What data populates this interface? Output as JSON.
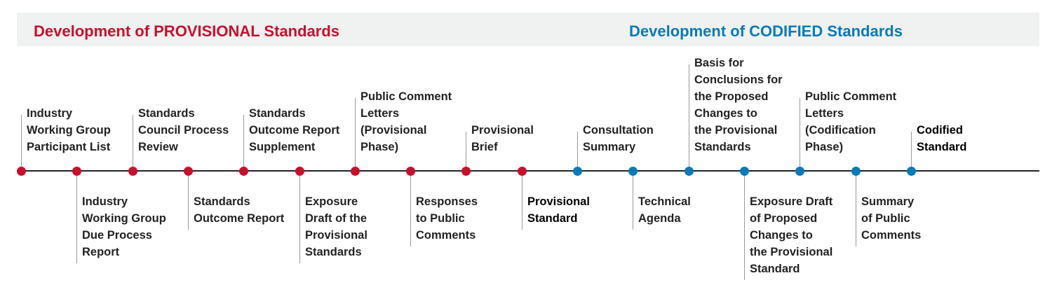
{
  "colors": {
    "provisional": "#c8102e",
    "codified": "#0a7bb8",
    "band": "#f0f1f1"
  },
  "header": {
    "provisional_title": "Development of PROVISIONAL Standards",
    "codified_title": "Development of CODIFIED Standards"
  },
  "timeline": {
    "milestones": [
      {
        "label": "Industry\nWorking Group\nParticipant List",
        "phase": "provisional",
        "side": "top",
        "emphasis": false
      },
      {
        "label": "Industry\nWorking Group\nDue Process\nReport",
        "phase": "provisional",
        "side": "bottom",
        "emphasis": false
      },
      {
        "label": "Standards\nCouncil Process\nReview",
        "phase": "provisional",
        "side": "top",
        "emphasis": false
      },
      {
        "label": "Standards\nOutcome Report",
        "phase": "provisional",
        "side": "bottom",
        "emphasis": false
      },
      {
        "label": "Standards\nOutcome Report\nSupplement",
        "phase": "provisional",
        "side": "top",
        "emphasis": false
      },
      {
        "label": "Exposure\nDraft of the\nProvisional\nStandards",
        "phase": "provisional",
        "side": "bottom",
        "emphasis": false
      },
      {
        "label": "Public Comment\nLetters\n(Provisional\nPhase)",
        "phase": "provisional",
        "side": "top",
        "emphasis": false
      },
      {
        "label": "Responses\nto Public\nComments",
        "phase": "provisional",
        "side": "bottom",
        "emphasis": false
      },
      {
        "label": "Provisional\nBrief",
        "phase": "provisional",
        "side": "top",
        "emphasis": false
      },
      {
        "label": "Provisional\nStandard",
        "phase": "provisional",
        "side": "bottom",
        "emphasis": true
      },
      {
        "label": "Consultation\nSummary",
        "phase": "codified",
        "side": "top",
        "emphasis": false
      },
      {
        "label": "Technical\nAgenda",
        "phase": "codified",
        "side": "bottom",
        "emphasis": false
      },
      {
        "label": "Basis for\nConclusions for\nthe Proposed\nChanges to\nthe Provisional\nStandards",
        "phase": "codified",
        "side": "top",
        "emphasis": false
      },
      {
        "label": "Exposure Draft\nof Proposed\nChanges to\nthe Provisional\nStandard",
        "phase": "codified",
        "side": "bottom",
        "emphasis": false
      },
      {
        "label": "Public Comment\nLetters\n(Codification\nPhase)",
        "phase": "codified",
        "side": "top",
        "emphasis": false
      },
      {
        "label": "Summary\nof Public\nComments",
        "phase": "codified",
        "side": "bottom",
        "emphasis": false
      },
      {
        "label": "Codified\nStandard",
        "phase": "codified",
        "side": "top",
        "emphasis": true
      }
    ]
  }
}
